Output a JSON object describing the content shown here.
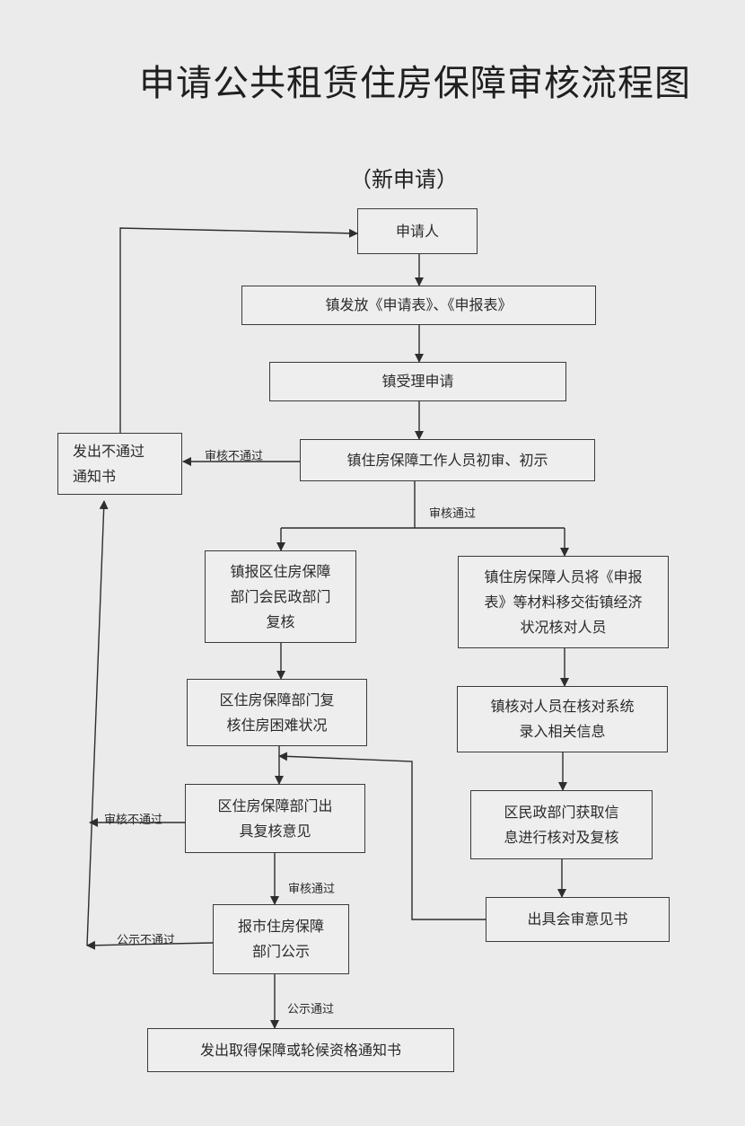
{
  "title": "申请公共租赁住房保障审核流程图",
  "subtitle": "（新申请）",
  "boxes": {
    "applicant": "申请人",
    "distribute": "镇发放《申请表》、《申报表》",
    "accept": "镇受理申请",
    "initial_review": "镇住房保障工作人员初审、初示",
    "reject_notice": "发出不通过\n通知书",
    "district_report": "镇报区住房保障\n部门会民政部门\n复核",
    "transfer_materials": "镇住房保障人员将《申报\n表》等材料移交街镇经济\n状况核对人员",
    "district_recheck": "区住房保障部门复\n核住房困难状况",
    "enter_info": "镇核对人员在核对系统\n录入相关信息",
    "issue_opinion": "区住房保障部门出\n具复核意见",
    "civil_verify": "区民政部门获取信\n息进行核对及复核",
    "joint_opinion": "出具会审意见书",
    "city_publicity": "报市住房保障\n部门公示",
    "final_notice": "发出取得保障或轮候资格通知书"
  },
  "labels": {
    "fail_initial": "审核不通过",
    "pass_initial": "审核通过",
    "fail_opinion": "审核不通过",
    "pass_opinion": "审核通过",
    "fail_publicity": "公示不通过",
    "pass_publicity": "公示通过"
  }
}
